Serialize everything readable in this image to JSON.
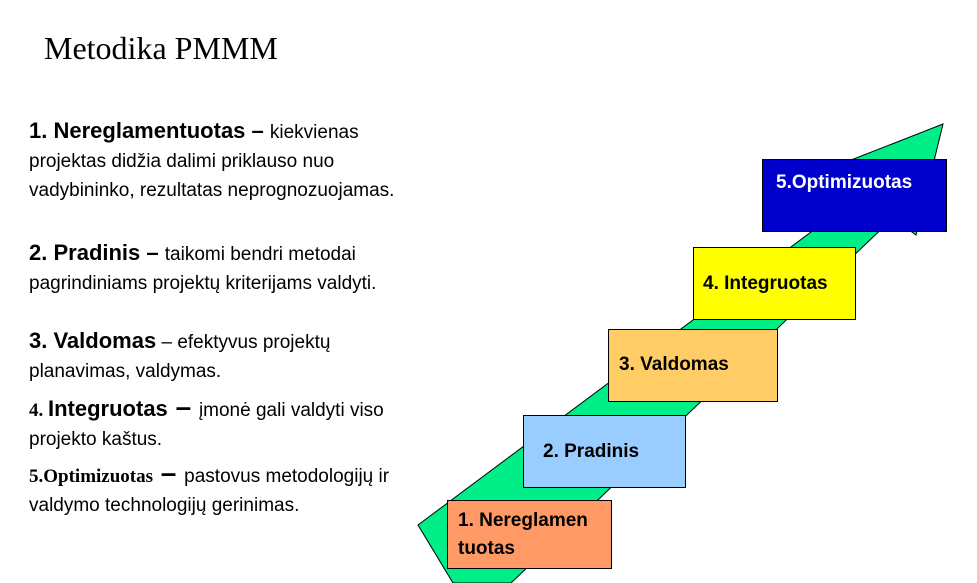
{
  "title": "Metodika PMMM",
  "items": [
    {
      "number": "1",
      "name": ". Nereglamentuotas",
      "dash": " – ",
      "text": "kiekvienas projektas didžia dalimi priklauso nuo vadybininko, rezultatas neprognozuojamas."
    },
    {
      "number": "2. ",
      "name": "Pradinis",
      "dash": " – ",
      "text": "taikomi bendri metodai pagrindiniams projektų kriterijams valdyti."
    },
    {
      "number": "3. ",
      "name": "Valdomas",
      "dash": " – ",
      "text": "efektyvus projektų planavimas, valdymas."
    },
    {
      "number": "4. ",
      "name": "Integruotas",
      "dash": " – ",
      "text": "įmonė gali valdyti viso projekto kaštus."
    },
    {
      "number": "5.",
      "name": "Optimizuotas",
      "dash": " – ",
      "text": "pastovus metodologijų ir valdymo technologijų gerinimas."
    }
  ],
  "steps": [
    {
      "line1": "1. Nereglamen",
      "line2": "tuotas",
      "color": "#ff9966"
    },
    {
      "label": "2. Pradinis",
      "color": "#99ccff"
    },
    {
      "label": "3. Valdomas",
      "color": "#ffcc66"
    },
    {
      "label": "4. Integruotas",
      "color": "#ffff00"
    },
    {
      "label": "5.Optimizuotas",
      "color": "#0000cc"
    }
  ],
  "arrow": {
    "color": "#00ee88"
  }
}
